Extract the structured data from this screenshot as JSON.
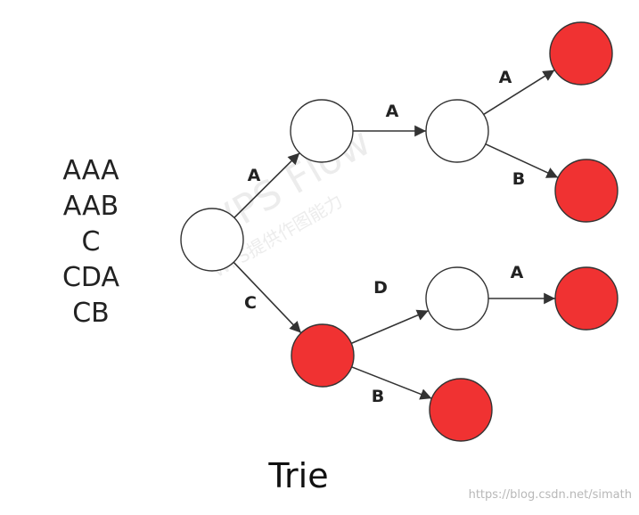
{
  "words": [
    "AAA",
    "AAB",
    "C",
    "CDA",
    "CB"
  ],
  "caption": "Trie",
  "credit": "https://blog.csdn.net/simath",
  "watermark": {
    "main": "WPS Flow",
    "sub": "WPS提供作图能力"
  },
  "colors": {
    "terminal": "#f03232",
    "plain": "#ffffff",
    "stroke": "#333333"
  },
  "nodes": [
    {
      "id": "root",
      "terminal": false
    },
    {
      "id": "A",
      "terminal": false
    },
    {
      "id": "AA",
      "terminal": false
    },
    {
      "id": "AAA",
      "terminal": true
    },
    {
      "id": "AAB",
      "terminal": true
    },
    {
      "id": "C",
      "terminal": true
    },
    {
      "id": "CD",
      "terminal": false
    },
    {
      "id": "CDA",
      "terminal": true
    },
    {
      "id": "CB",
      "terminal": true
    }
  ],
  "edges": [
    {
      "from": "root",
      "to": "A",
      "label": "A"
    },
    {
      "from": "A",
      "to": "AA",
      "label": "A"
    },
    {
      "from": "AA",
      "to": "AAA",
      "label": "A"
    },
    {
      "from": "AA",
      "to": "AAB",
      "label": "B"
    },
    {
      "from": "root",
      "to": "C",
      "label": "C"
    },
    {
      "from": "C",
      "to": "CD",
      "label": "D"
    },
    {
      "from": "CD",
      "to": "CDA",
      "label": "A"
    },
    {
      "from": "C",
      "to": "CB",
      "label": "B"
    }
  ]
}
